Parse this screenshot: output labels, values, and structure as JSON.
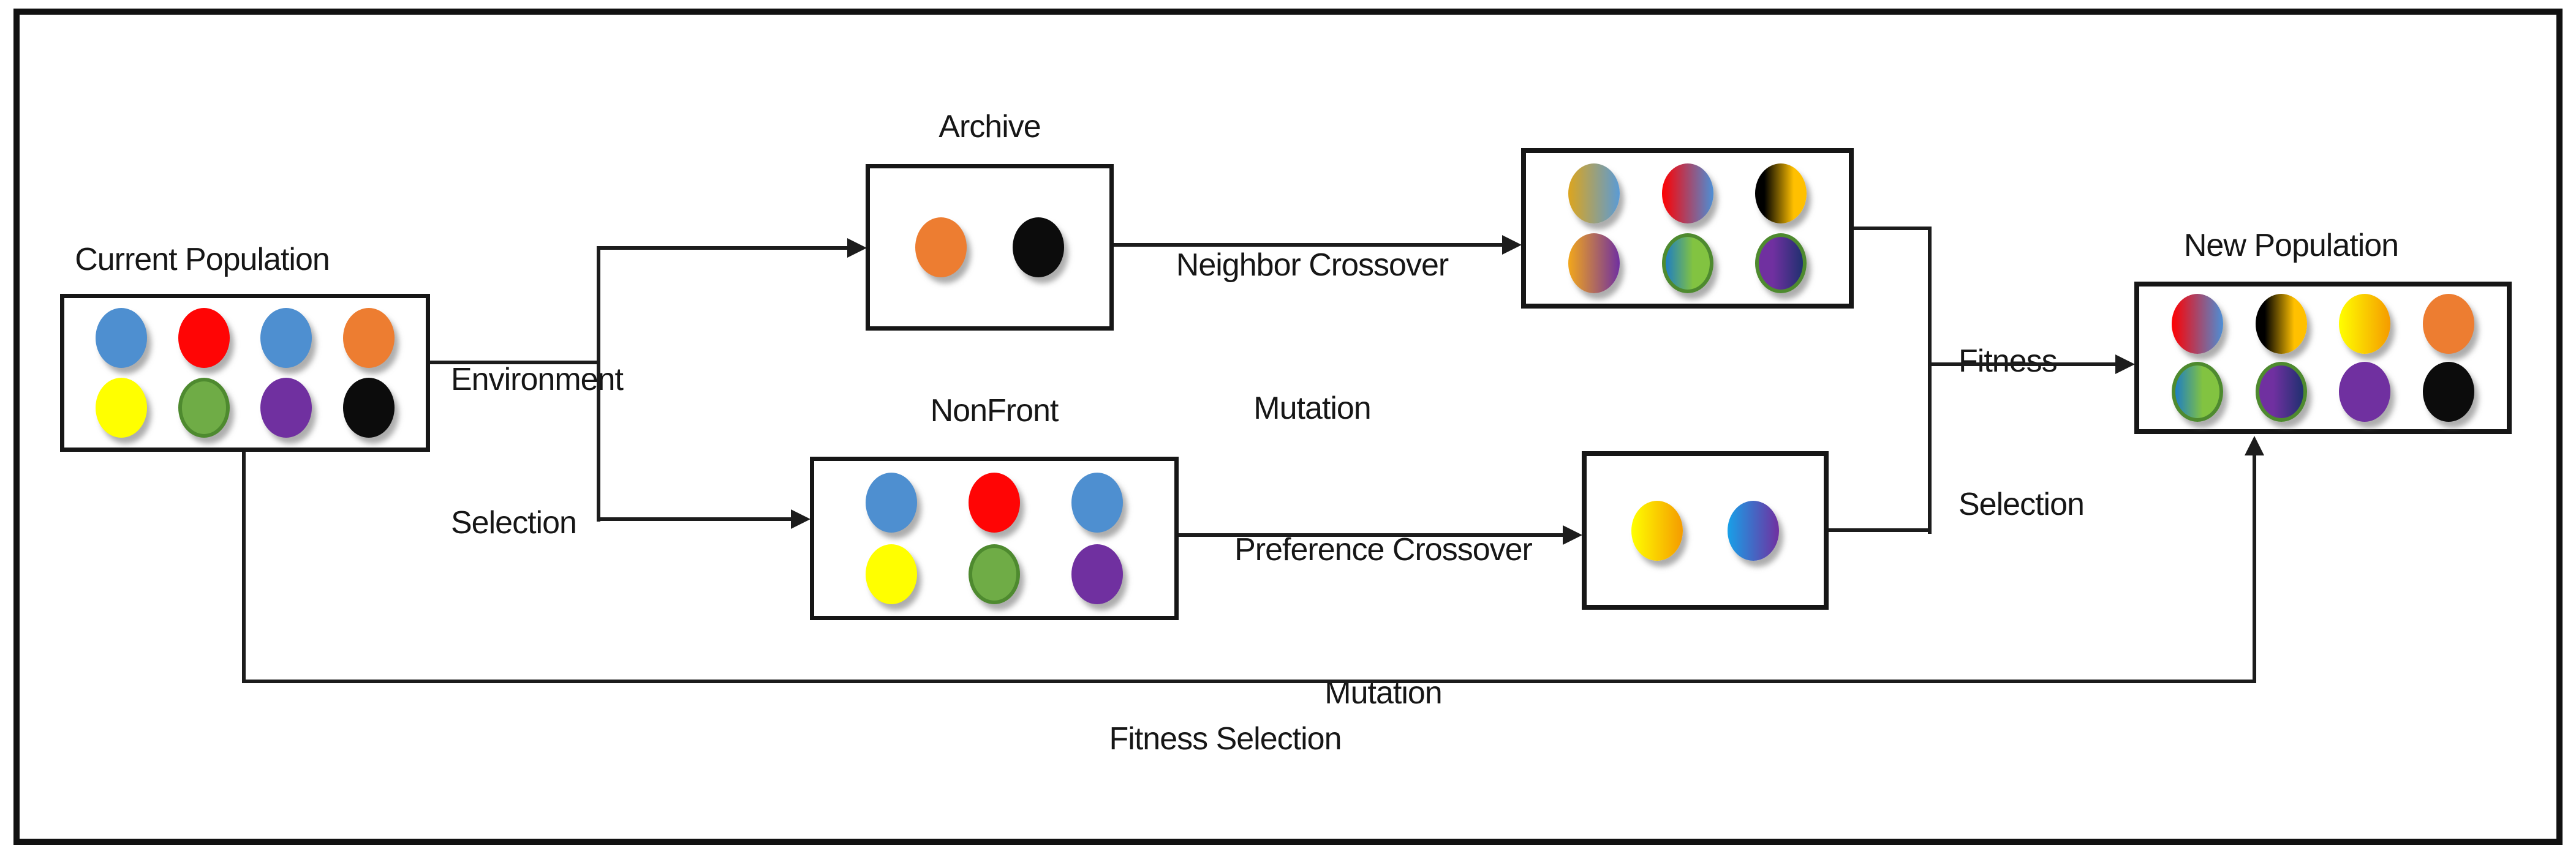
{
  "figure": {
    "background": "#ffffff",
    "frame_color": "#111111",
    "line_color": "#1c1c1c",
    "boxes": {
      "current_population": {
        "label": "Current Population",
        "rows": [
          [
            "blue",
            "red",
            "blue",
            "orange"
          ],
          [
            "yellow",
            "green",
            "purple",
            "black"
          ]
        ]
      },
      "archive": {
        "label": "Archive",
        "rows": [
          [
            "orange",
            "black"
          ]
        ]
      },
      "nonfront": {
        "label": "NonFront",
        "rows": [
          [
            "blue",
            "red",
            "blue"
          ],
          [
            "yellow",
            "green",
            "purple"
          ]
        ]
      },
      "neighbor_offspring": {
        "rows": [
          [
            "grad_gold_blue",
            "grad_red_blue",
            "grad_black_gold"
          ],
          [
            "grad_gold_purple",
            "grad_blue_green",
            "grad_purple_navy"
          ]
        ]
      },
      "preference_offspring": {
        "rows": [
          [
            "grad_yellow_orange",
            "grad_blue_purple"
          ]
        ]
      },
      "new_population": {
        "label": "New Population",
        "rows": [
          [
            "grad_red_blue",
            "grad_black_gold",
            "grad_yellow_orange",
            "orange"
          ],
          [
            "grad_blue_green",
            "grad_purple_navy",
            "purple",
            "black"
          ]
        ]
      }
    },
    "edge_labels": {
      "environment_selection_line1": "Environment",
      "environment_selection_line2": "Selection",
      "neighbor_crossover_line1": "Neighbor Crossover",
      "neighbor_crossover_line2": "Mutation",
      "preference_crossover_line1": "Preference Crossover",
      "preference_crossover_line2": "Mutation",
      "fitness_selection_right_line1": "Fitness",
      "fitness_selection_right_line2": "Selection",
      "fitness_selection_bottom": "Fitness Selection"
    },
    "palette": {
      "blue": {
        "fill": "#4E8FD0"
      },
      "red": {
        "fill": "#FF0505"
      },
      "orange": {
        "fill": "#ED7D31"
      },
      "yellow": {
        "fill": "#FFFF00"
      },
      "green": {
        "fill": "#6FAC46",
        "border": "#4E8A2F"
      },
      "purple": {
        "fill": "#7030A0"
      },
      "black": {
        "fill": "#0C0C0C"
      },
      "grad_gold_blue": {
        "fill": "linear-gradient(90deg,#DCA51E,#5B9BD5)"
      },
      "grad_red_blue": {
        "fill": "linear-gradient(90deg,#FF0000,#4C8FD6)"
      },
      "grad_black_gold": {
        "fill": "linear-gradient(90deg,#000000 18%,#FFC000 75%)"
      },
      "grad_gold_purple": {
        "fill": "linear-gradient(90deg,#F2A71B,#7030A0)"
      },
      "grad_blue_green": {
        "fill": "linear-gradient(90deg,#1F7EC2,#82C341 62%)",
        "border": "#4E8A2F"
      },
      "grad_purple_navy": {
        "fill": "linear-gradient(90deg,#7030A0 32%,#203070)",
        "border": "#4E8A2F"
      },
      "grad_yellow_orange": {
        "fill": "linear-gradient(90deg,#FFFF00,#F59B00)"
      },
      "grad_blue_purple": {
        "fill": "linear-gradient(90deg,#18A0E8,#7030A0)"
      }
    }
  }
}
